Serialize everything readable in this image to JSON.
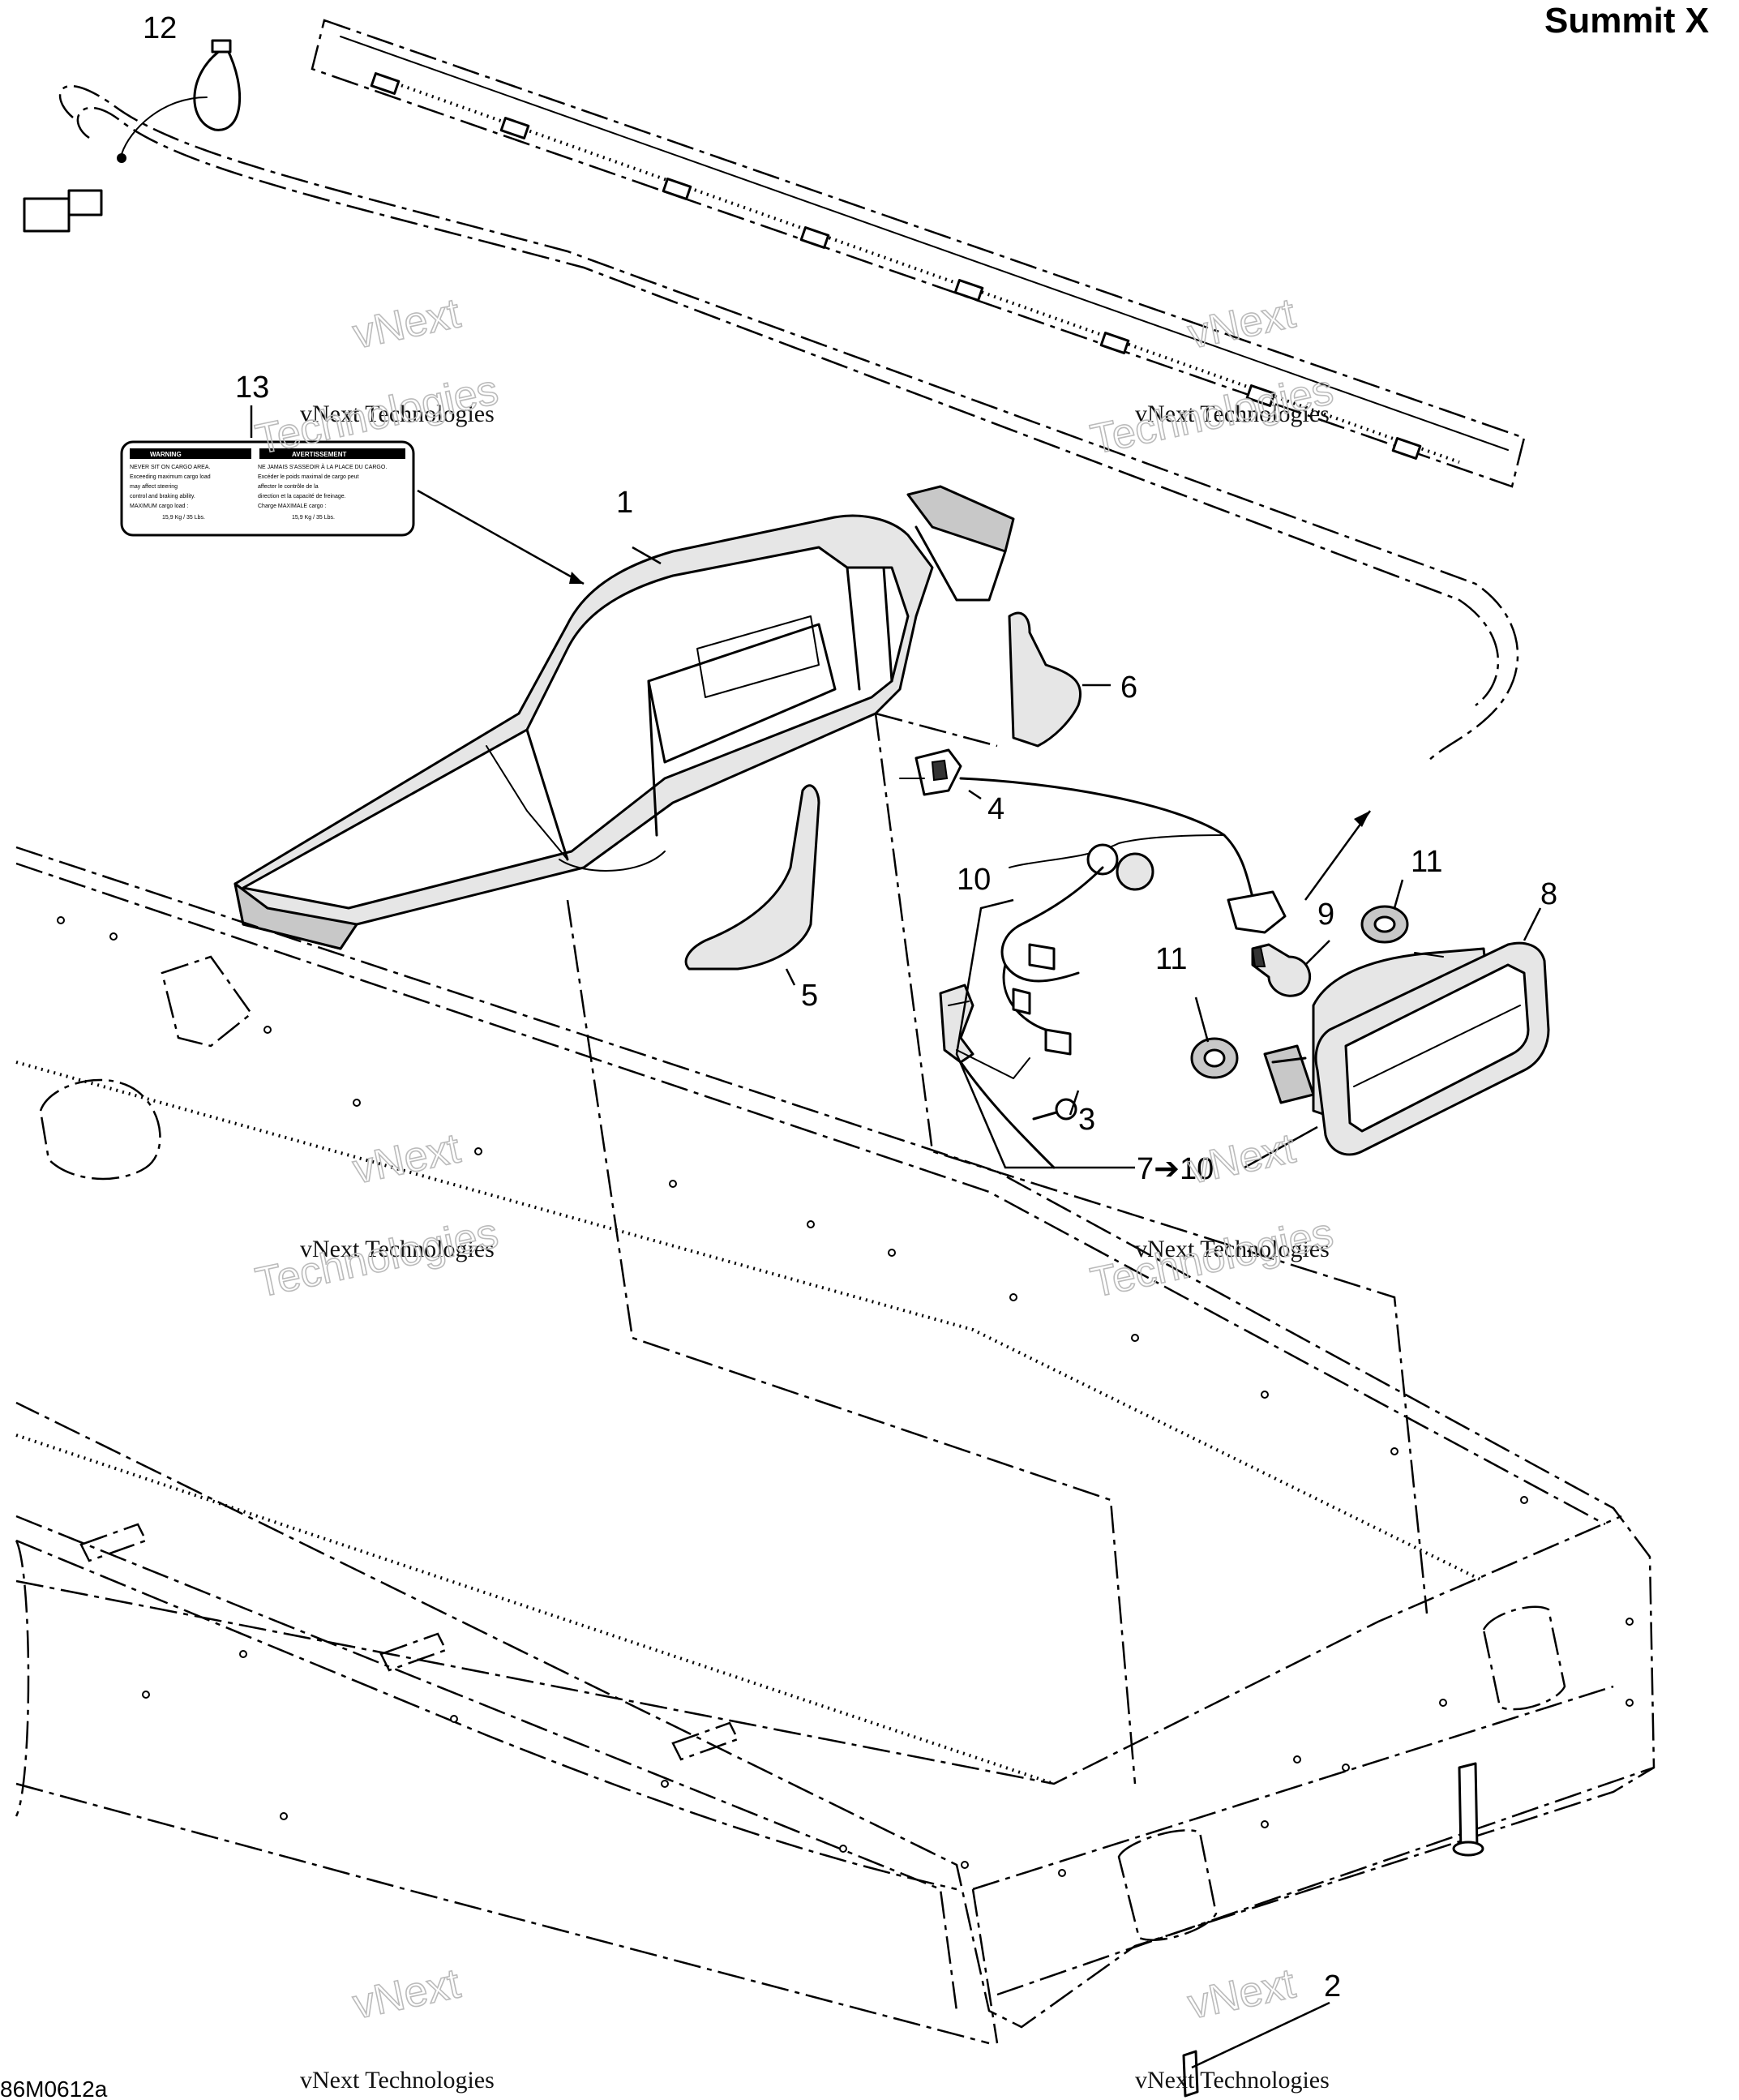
{
  "header": {
    "model": "Summit X"
  },
  "footer": {
    "drawing_code": "86M0612a"
  },
  "watermark": {
    "line1": "vNext",
    "line2": "vNext Technologies",
    "line3": "Technologies"
  },
  "callouts": [
    {
      "id": "c1",
      "text": "1"
    },
    {
      "id": "c2",
      "text": "2"
    },
    {
      "id": "c3",
      "text": "3"
    },
    {
      "id": "c4",
      "text": "4"
    },
    {
      "id": "c5",
      "text": "5"
    },
    {
      "id": "c6",
      "text": "6"
    },
    {
      "id": "c7",
      "text": "7➔10"
    },
    {
      "id": "c8",
      "text": "8"
    },
    {
      "id": "c9",
      "text": "9"
    },
    {
      "id": "c10",
      "text": "10"
    },
    {
      "id": "c11a",
      "text": "11"
    },
    {
      "id": "c11b",
      "text": "11"
    },
    {
      "id": "c12",
      "text": "12"
    },
    {
      "id": "c13",
      "text": "13"
    }
  ],
  "warning_label": {
    "warning_en": "WARNING",
    "warning_fr": "AVERTISSEMENT",
    "line_en_1": "NEVER SIT ON CARGO AREA.",
    "line_en_2": "Exceeding maximum cargo load",
    "line_en_3": "may affect steering",
    "line_en_4": "control and braking ability.",
    "line_en_5": "MAXIMUM cargo load :",
    "line_en_6": "15,9 Kg / 35 Lbs.",
    "line_fr_1": "NE JAMAIS S'ASSEOIR À LA PLACE DU CARGO.",
    "line_fr_2": "Excéder le poids maximal de cargo peut",
    "line_fr_3": "affecter le contrôle de la",
    "line_fr_4": "direction et la capacité de freinage.",
    "line_fr_5": "Charge MAXIMALE cargo :",
    "line_fr_6": "15,9 Kg / 35 Lbs."
  }
}
